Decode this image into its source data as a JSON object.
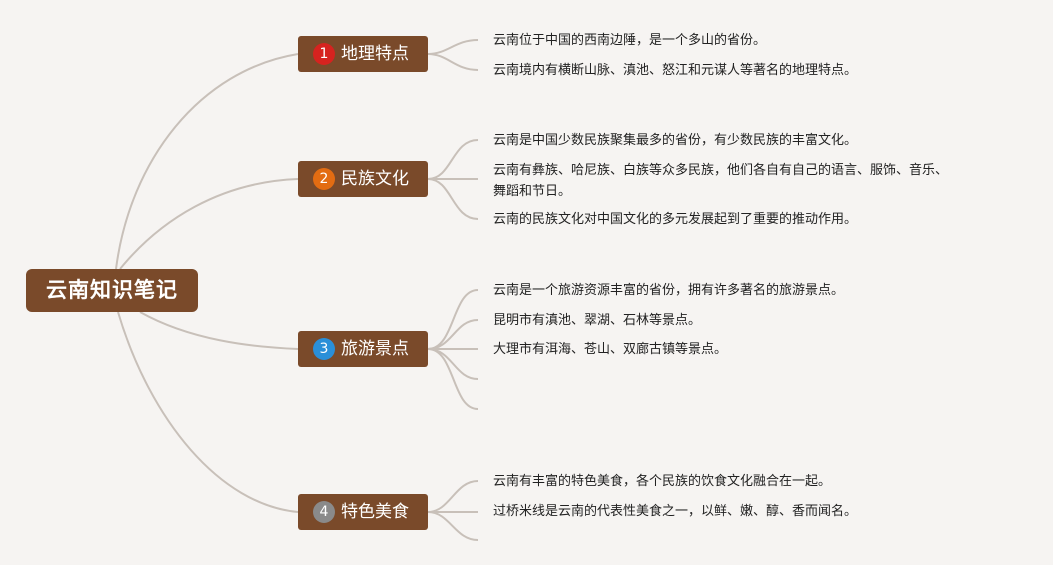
{
  "colors": {
    "background": "#f6f4f2",
    "node_fill": "#7a4a2a",
    "connector": "#c8c0b9",
    "badge_1": "#d6231f",
    "badge_2": "#e36c12",
    "badge_3": "#2a8fd8",
    "badge_4": "#8a8a8a"
  },
  "root": {
    "label": "云南知识笔记"
  },
  "branches": [
    {
      "number": "1",
      "label": "地理特点",
      "items": [
        "云南位于中国的西南边陲，是一个多山的省份。",
        "云南境内有横断山脉、滇池、怒江和元谋人等著名的地理特点。"
      ]
    },
    {
      "number": "2",
      "label": "民族文化",
      "items": [
        "云南是中国少数民族聚集最多的省份，有少数民族的丰富文化。",
        "云南有彝族、哈尼族、白族等众多民族，他们各自有自己的语言、服饰、音乐、\n舞蹈和节日。",
        "云南的民族文化对中国文化的多元发展起到了重要的推动作用。"
      ]
    },
    {
      "number": "3",
      "label": "旅游景点",
      "items": [
        "云南是一个旅游资源丰富的省份，拥有许多著名的旅游景点。",
        "昆明市有滇池、翠湖、石林等景点。",
        "大理市有洱海、苍山、双廊古镇等景点。"
      ]
    },
    {
      "number": "4",
      "label": "特色美食",
      "items": [
        "云南有丰富的特色美食，各个民族的饮食文化融合在一起。",
        "过桥米线是云南的代表性美食之一，以鲜、嫩、醇、香而闻名。"
      ]
    }
  ]
}
